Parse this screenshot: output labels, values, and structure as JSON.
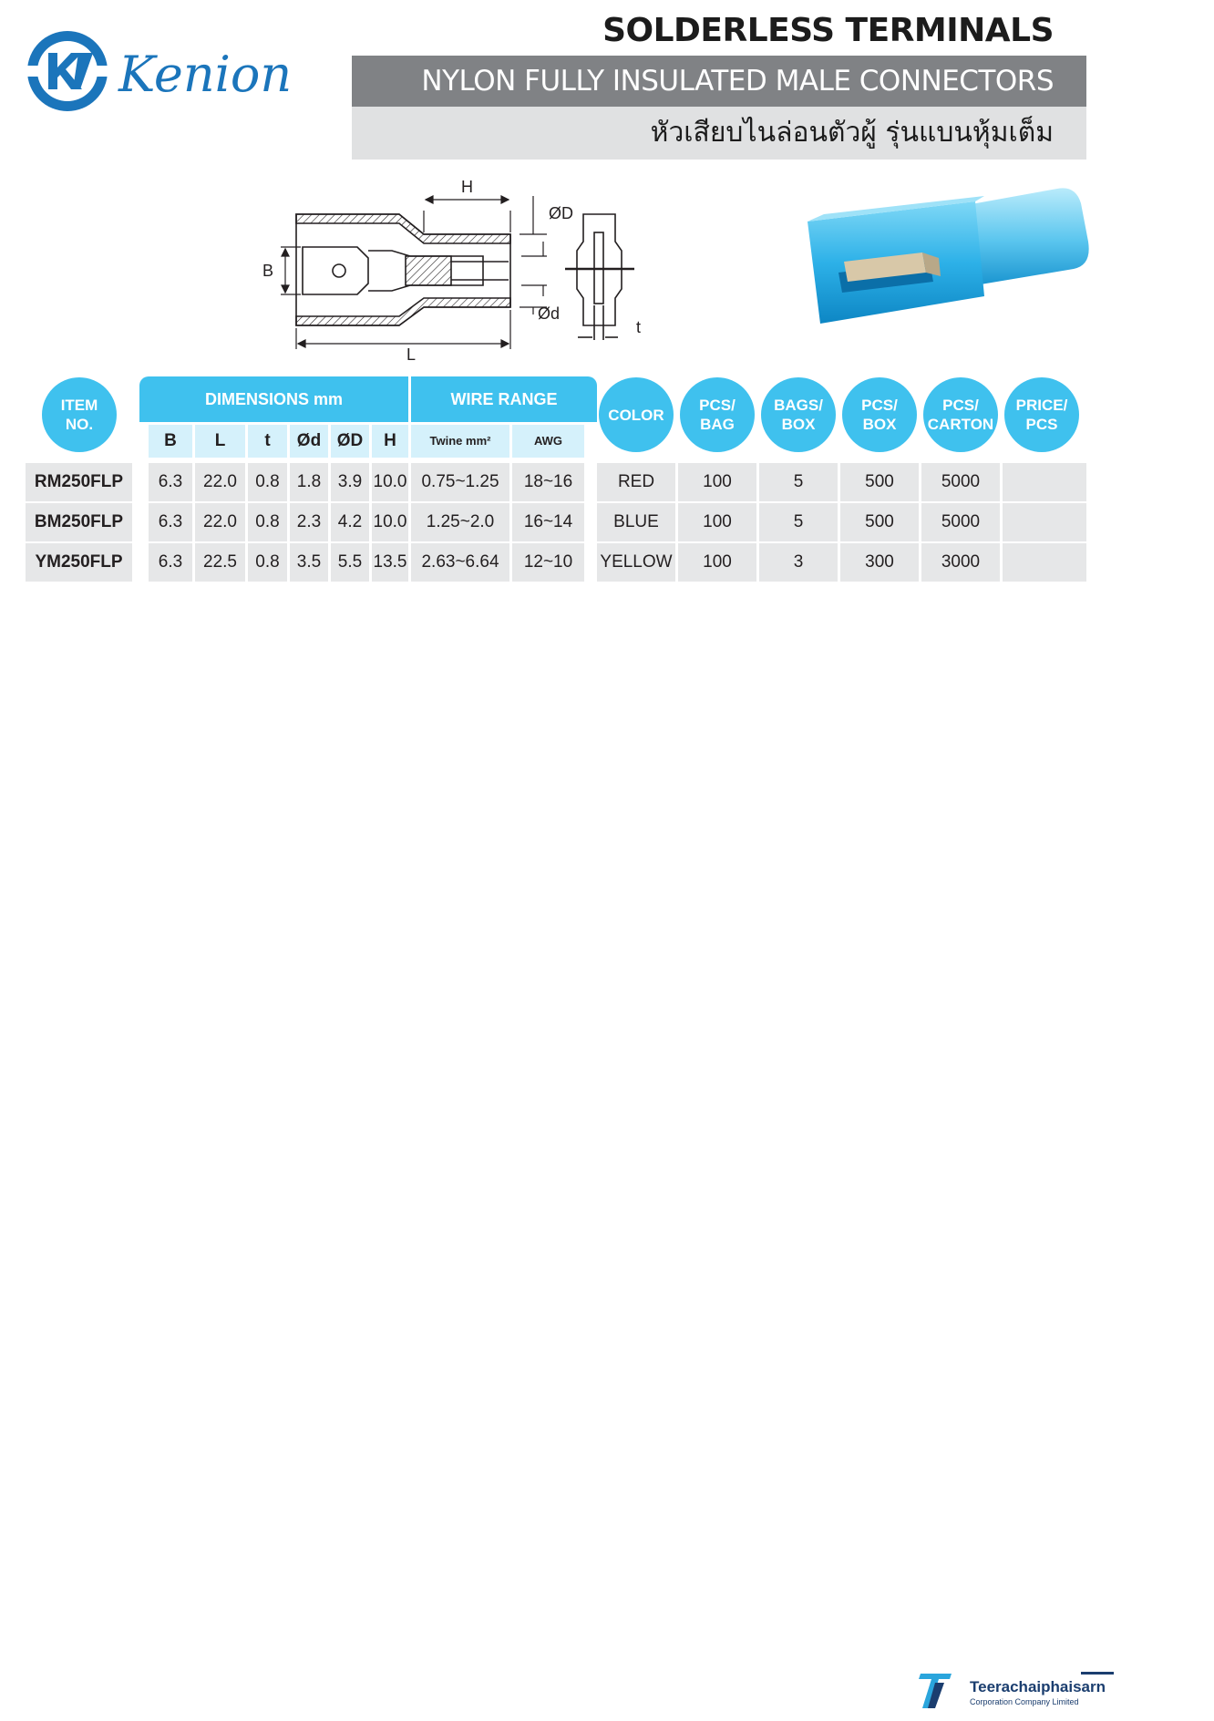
{
  "brand": {
    "name": "Kenion",
    "color": "#1b75bb"
  },
  "header": {
    "title": "SOLDERLESS TERMINALS CONNECTORS",
    "subtitle": "NYLON FULLY INSULATED MALE CONNECTORS",
    "thai_title": "หัวเสียบไนล่อนตัวผู้ รุ่นแบนหุ้มเต็ม"
  },
  "drawing": {
    "labels": {
      "h": "H",
      "b": "B",
      "l": "L",
      "od": "ØD",
      "id": "Ød",
      "t": "t"
    }
  },
  "table": {
    "item_header": "ITEM\nNO.",
    "dimensions_group": "DIMENSIONS mm",
    "wire_group": "WIRE RANGE",
    "dim_cols": [
      "B",
      "L",
      "t",
      "Ød",
      "ØD",
      "H"
    ],
    "wire_cols": [
      "Twine mm²",
      "AWG"
    ],
    "right_headers": [
      "COLOR",
      "PCS/\nBAG",
      "BAGS/\nBOX",
      "PCS/\nBOX",
      "PCS/\nCARTON",
      "PRICE/\nPCS"
    ],
    "rows": [
      {
        "item": "RM250FLP",
        "b": "6.3",
        "l": "22.0",
        "t": "0.8",
        "d": "1.8",
        "od": "3.9",
        "h": "10.0",
        "twine": "0.75~1.25",
        "awg": "18~16",
        "color": "RED",
        "pcs_bag": "100",
        "bags_box": "5",
        "pcs_box": "500",
        "pcs_carton": "5000",
        "price": ""
      },
      {
        "item": "BM250FLP",
        "b": "6.3",
        "l": "22.0",
        "t": "0.8",
        "d": "2.3",
        "od": "4.2",
        "h": "10.0",
        "twine": "1.25~2.0",
        "awg": "16~14",
        "color": "BLUE",
        "pcs_bag": "100",
        "bags_box": "5",
        "pcs_box": "500",
        "pcs_carton": "5000",
        "price": ""
      },
      {
        "item": "YM250FLP",
        "b": "6.3",
        "l": "22.5",
        "t": "0.8",
        "d": "3.5",
        "od": "5.5",
        "h": "13.5",
        "twine": "2.63~6.64",
        "awg": "12~10",
        "color": "YELLOW",
        "pcs_bag": "100",
        "bags_box": "3",
        "pcs_box": "300",
        "pcs_carton": "3000",
        "price": ""
      }
    ]
  },
  "footer": {
    "company": "Teerachaiphaisarn",
    "company_sub": "Corporation Company Limited"
  },
  "colors": {
    "accent": "#3fc1ee",
    "light_accent": "#d5f1fb",
    "row_bg": "#e6e7e8",
    "gray_bar": "#808285"
  }
}
